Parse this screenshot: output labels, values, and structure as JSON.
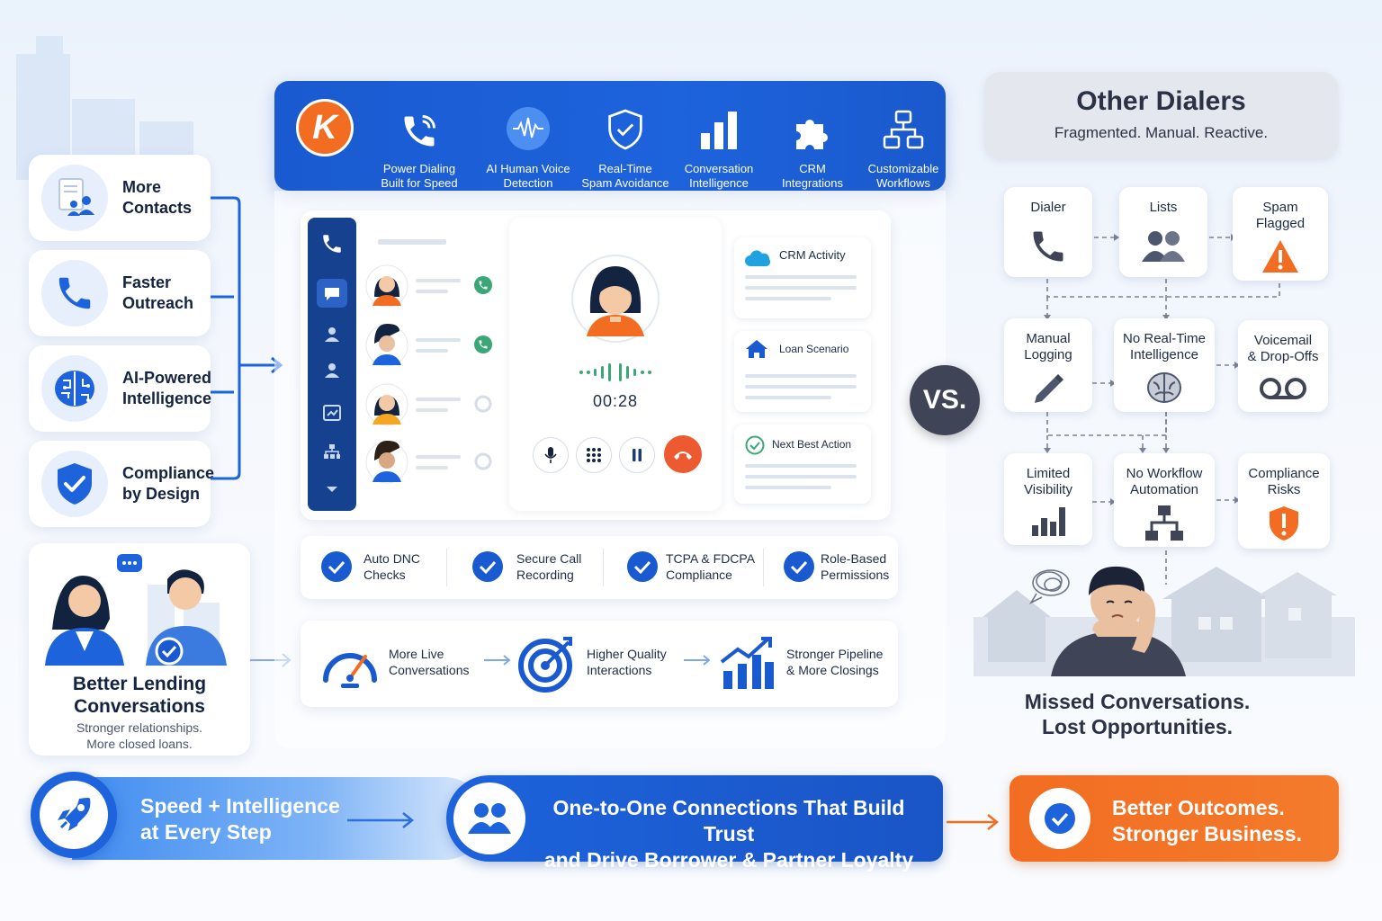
{
  "left_features": [
    {
      "label": "More\nContacts",
      "icon": "contacts-icon"
    },
    {
      "label": "Faster\nOutreach",
      "icon": "phone-icon"
    },
    {
      "label": "AI-Powered\nIntelligence",
      "icon": "brain-icon"
    },
    {
      "label": "Compliance\nby Design",
      "icon": "shield-check-icon"
    }
  ],
  "lending_card": {
    "title": "Better Lending\nConversations",
    "subtitle": "Stronger relationships.\nMore closed loans."
  },
  "logo": {
    "letter": "K"
  },
  "toolbar": [
    {
      "label": "Power Dialing\nBuilt for Speed",
      "icon": "phone-signal-icon"
    },
    {
      "label": "AI Human Voice\nDetection",
      "icon": "voice-wave-icon"
    },
    {
      "label": "Real-Time\nSpam Avoidance",
      "icon": "shield-icon"
    },
    {
      "label": "Conversation\nIntelligence",
      "icon": "bar-chart-icon"
    },
    {
      "label": "CRM\nIntegrations",
      "icon": "puzzle-icon"
    },
    {
      "label": "Customizable\nWorkflows",
      "icon": "workflow-icon"
    }
  ],
  "call": {
    "timer": "00:28"
  },
  "crm_cards": [
    {
      "title": "CRM Activity",
      "icon": "salesforce-cloud-icon"
    },
    {
      "title": "Loan Scenario",
      "icon": "house-icon"
    },
    {
      "title": "Next Best Action",
      "icon": "check-circle-icon"
    }
  ],
  "compliance": [
    {
      "label": "Auto DNC\nChecks"
    },
    {
      "label": "Secure Call\nRecording"
    },
    {
      "label": "TCPA & FDCPA\nCompliance"
    },
    {
      "label": "Role-Based\nPermissions"
    }
  ],
  "outcomes": [
    {
      "label": "More Live\nConversations",
      "icon": "speedometer-icon"
    },
    {
      "label": "Higher Quality\nInteractions",
      "icon": "target-icon"
    },
    {
      "label": "Stronger Pipeline\n& More Closings",
      "icon": "growth-chart-icon"
    }
  ],
  "vs": "VS.",
  "other": {
    "title": "Other Dialers",
    "subtitle": "Fragmented. Manual. Reactive.",
    "cards": [
      {
        "label": "Dialer",
        "icon": "phone-icon"
      },
      {
        "label": "Lists",
        "icon": "people-icon"
      },
      {
        "label": "Spam\nFlagged",
        "icon": "warning-icon"
      },
      {
        "label": "Manual\nLogging",
        "icon": "pencil-icon"
      },
      {
        "label": "No Real-Time\nIntelligence",
        "icon": "brain-icon"
      },
      {
        "label": "Voicemail\n& Drop-Offs",
        "icon": "voicemail-icon"
      },
      {
        "label": "Limited\nVisibility",
        "icon": "bar-chart-icon"
      },
      {
        "label": "No Workflow\nAutomation",
        "icon": "hierarchy-icon"
      },
      {
        "label": "Compliance\nRisks",
        "icon": "alert-shield-icon"
      }
    ],
    "missed": "Missed Conversations.\nLost Opportunities."
  },
  "banners": {
    "speed": "Speed + Intelligence\nat Every Step",
    "connections": "One-to-One Connections That Build Trust\nand Drive Borrower & Partner Loyalty",
    "outcomes": "Better Outcomes.\nStronger Business."
  },
  "colors": {
    "primary": "#1a5ad0",
    "orange": "#f26d21",
    "green": "#3aa776",
    "dark": "#14233f"
  }
}
